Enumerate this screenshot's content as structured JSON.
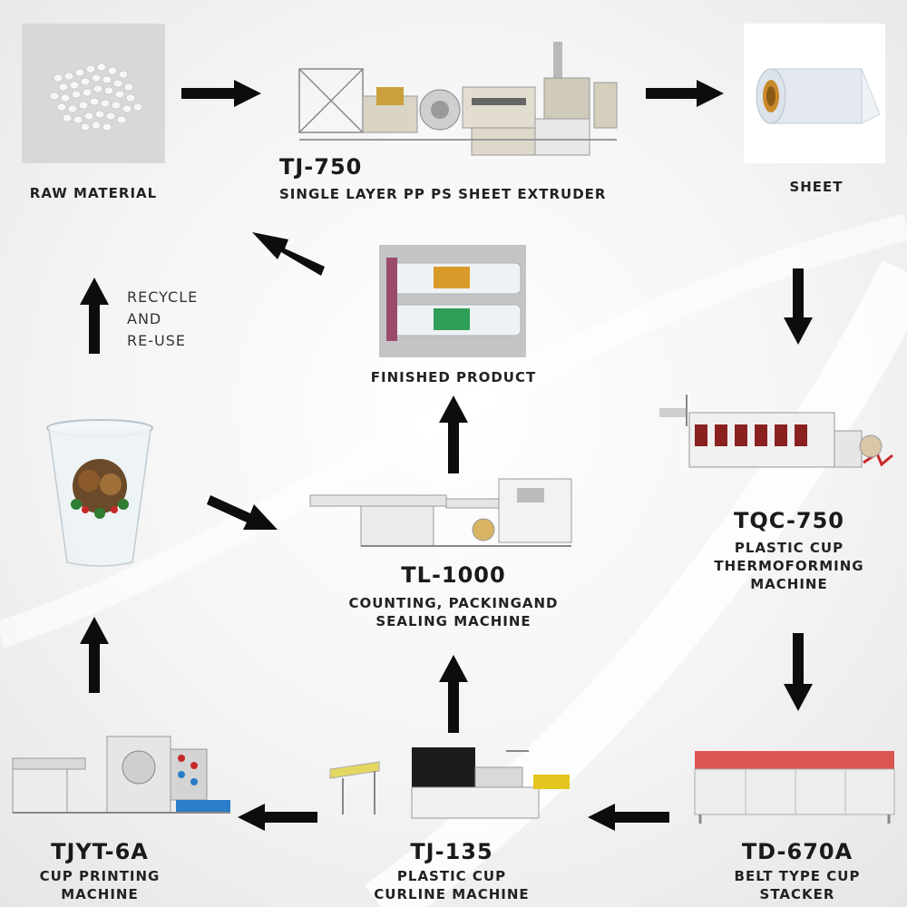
{
  "nodes": {
    "raw_material": {
      "label": "RAW MATERIAL"
    },
    "extruder": {
      "model": "TJ-750",
      "label": "SINGLE LAYER PP PS SHEET EXTRUDER"
    },
    "sheet": {
      "label": "SHEET"
    },
    "finished_product": {
      "label": "FINISHED PRODUCT"
    },
    "recycle": {
      "line1": "RECYCLE",
      "line2": "AND",
      "line3": "RE-USE"
    },
    "thermoforming": {
      "model": "TQC-750",
      "line1": "PLASTIC CUP",
      "line2": "THERMOFORMING",
      "line3": "MACHINE"
    },
    "packing": {
      "model": "TL-1000",
      "line1": "COUNTING, PACKINGAND",
      "line2": "SEALING MACHINE"
    },
    "printing": {
      "model": "TJYT-6A",
      "line1": "CUP PRINTING",
      "line2": "MACHINE"
    },
    "curling": {
      "model": "TJ-135",
      "line1": "PLASTIC CUP",
      "line2": "CURLINE MACHINE"
    },
    "stacker": {
      "model": "TD-670A",
      "line1": "BELT TYPE CUP",
      "line2": "STACKER"
    }
  },
  "colors": {
    "arrow": "#0d0d0d",
    "machine_body": "#e9e9e6",
    "machine_accent": "#c62828",
    "sheet_core": "#c98a2b"
  }
}
